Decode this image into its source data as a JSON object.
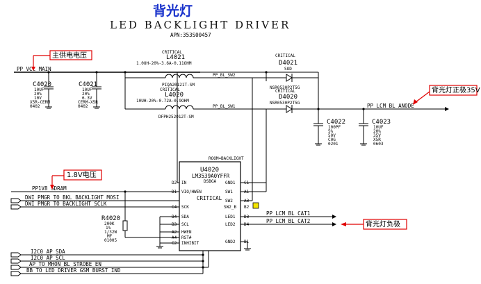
{
  "header": {
    "title": "背光灯",
    "subtitle": "LED BACKLIGHT DRIVER",
    "apn": "APN:353S00457"
  },
  "annotations": {
    "main_supply": "主供电电压",
    "v18": "1.8V电压",
    "anode": "背光灯正极35V",
    "cathode": "背光灯负极"
  },
  "nets": {
    "vcc_main": "PP_VCC_MAIN",
    "bl_sw2": "PP_BL_SW2",
    "bl_sw1": "PP_BL_SW1",
    "anode": "PP_LCM_BL_ANODE",
    "v1v8": "PP1V8_SDRAM",
    "dwi_mosi": "DWI_PMGR_TO_BKL_BACKLIGHT_MOSI",
    "dwi_sclk": "DWI_PMGR_TO_BACKLIGHT_SCLK",
    "cat1": "PP_LCM_BL_CAT1",
    "cat2": "PP_LCM_BL_CAT2",
    "i2c_sda": "I2C0_AP_SDA",
    "i2c_scl": "I2C0_AP_SCL",
    "ap_to_mhon": "AP_TO_MHON_BL_STROBE_EN",
    "bb_to_led": "BB_TO_LED_DRIVER_GSM_BURST_IND"
  },
  "components": {
    "c4020": {
      "ref": "C4020",
      "value": "10UF",
      "l1": "20%",
      "l2": "10V",
      "l3": "X5R-CERM",
      "l4": "0402"
    },
    "c4021": {
      "ref": "C4021",
      "value": "10UF",
      "l1": "20%",
      "l2": "6.3V",
      "l3": "CERM-X5R",
      "l4": "0402"
    },
    "l4021": {
      "tag": "CRITICAL",
      "ref": "L4021",
      "spec": "1.0UH-20%-3.6A-0.11OHM",
      "pkg": "PIQA20121T-SM"
    },
    "l4020": {
      "tag": "CRITICAL",
      "ref": "L4020",
      "spec": "10UH-20%-0.72A-0.9OHM",
      "pkg": "DFPH252012T-SM"
    },
    "d4021": {
      "tag": "CRITICAL",
      "ref": "D4021",
      "kind": "SOD",
      "part": "NSR0530P2T5G"
    },
    "d4020": {
      "tag": "CRITICAL",
      "ref": "D4020",
      "part": "NSR0530P2T5G"
    },
    "c4022": {
      "ref": "C4022",
      "value": "100PF",
      "l1": "5%",
      "l2": "50V",
      "l3": "C0G",
      "l4": "0201"
    },
    "c4023": {
      "ref": "C4023",
      "value": "10UF",
      "l1": "20%",
      "l2": "35V",
      "l3": "X5R",
      "l4": "0603"
    },
    "r4020": {
      "ref": "R4020",
      "value": "200K",
      "l1": "1%",
      "l2": "1/32W",
      "l3": "MF",
      "l4": "01005"
    },
    "u4020": {
      "header": "ROOM=BACKLIGHT",
      "ref": "U4020",
      "part": "LM3539A0YFFR",
      "pkg": "DSBGA",
      "tag": "CRITICAL"
    }
  },
  "pins": {
    "in": "IN",
    "vio_hwen": "VIO/HWEN",
    "sck": "SCK",
    "sda": "SDA",
    "scl": "SCL",
    "hwen": "HWEN",
    "rstn": "RST#",
    "inhibit": "INHIBIT",
    "gnd1": "GND1",
    "gnd2": "GND2",
    "sw1": "SW1",
    "sw2": "SW2",
    "sw2b": "SW2_B",
    "led1": "LED1",
    "led2": "LED2"
  },
  "ballnums": {
    "in": "D2",
    "vio_hwen": "D1",
    "sck": "C4",
    "sda": "B4",
    "scl": "B3",
    "hwen": "A2",
    "rstn": "A4",
    "inhibit": "C2",
    "gnd1": "C1",
    "gnd2": "B1",
    "sw1": "A1",
    "sw2": "A3",
    "sw2b": "B2",
    "led1": "D3",
    "led2": "D4"
  }
}
